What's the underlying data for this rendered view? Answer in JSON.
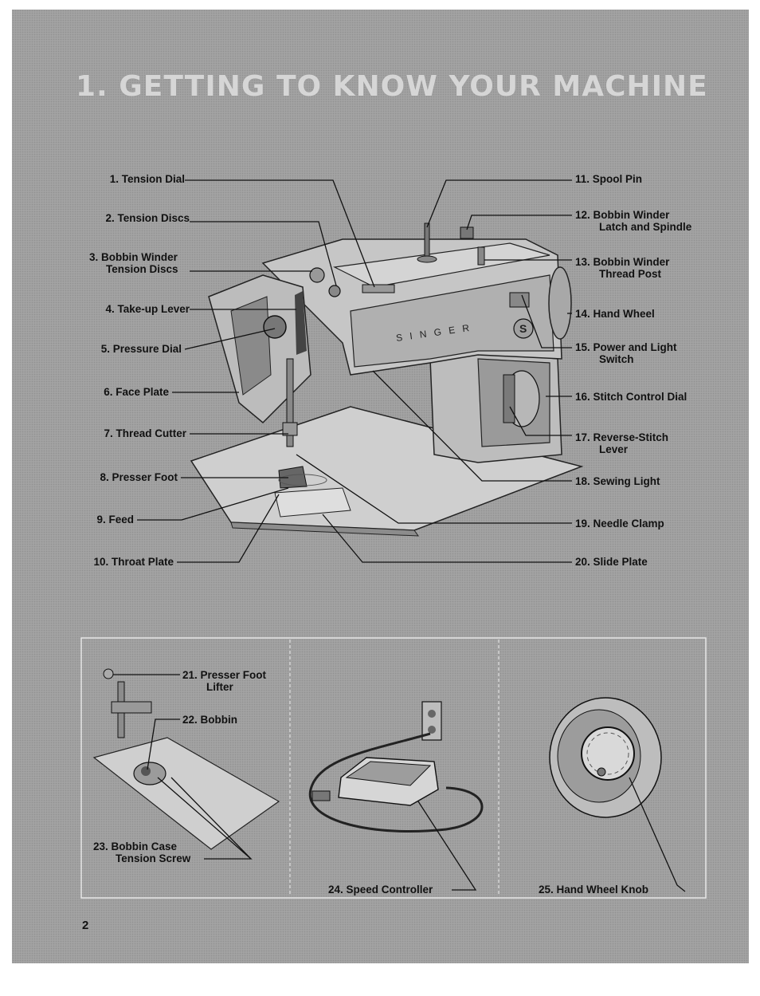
{
  "title": "1. GETTING TO KNOW YOUR MACHINE",
  "machine_brand": "S I N G E R",
  "page_number": "2",
  "left_labels": [
    {
      "line1": "1. Tension Dial",
      "line2": ""
    },
    {
      "line1": "2. Tension Discs",
      "line2": ""
    },
    {
      "line1": "3. Bobbin Winder",
      "line2": "Tension Discs"
    },
    {
      "line1": "4. Take-up Lever",
      "line2": ""
    },
    {
      "line1": "5. Pressure Dial",
      "line2": ""
    },
    {
      "line1": "6. Face Plate",
      "line2": ""
    },
    {
      "line1": "7. Thread Cutter",
      "line2": ""
    },
    {
      "line1": "8. Presser Foot",
      "line2": ""
    },
    {
      "line1": "9. Feed",
      "line2": ""
    },
    {
      "line1": "10. Throat Plate",
      "line2": ""
    }
  ],
  "right_labels": [
    {
      "line1": "11. Spool Pin",
      "line2": ""
    },
    {
      "line1": "12. Bobbin Winder",
      "line2": "Latch and Spindle"
    },
    {
      "line1": "13. Bobbin Winder",
      "line2": "Thread Post"
    },
    {
      "line1": "14. Hand Wheel",
      "line2": ""
    },
    {
      "line1": "15. Power and Light",
      "line2": "Switch"
    },
    {
      "line1": "16. Stitch Control Dial",
      "line2": ""
    },
    {
      "line1": "17. Reverse-Stitch",
      "line2": "Lever"
    },
    {
      "line1": "18. Sewing Light",
      "line2": ""
    },
    {
      "line1": "19. Needle Clamp",
      "line2": ""
    },
    {
      "line1": "20. Slide Plate",
      "line2": ""
    }
  ],
  "inset_labels": {
    "presser_foot_lifter": {
      "line1": "21. Presser Foot",
      "line2": "Lifter"
    },
    "bobbin": "22. Bobbin",
    "bobbin_case": {
      "line1": "23. Bobbin Case",
      "line2": "Tension Screw"
    },
    "speed_controller": "24. Speed Controller",
    "hand_wheel_knob": "25. Hand Wheel Knob"
  },
  "colors": {
    "background": "#a3a3a3",
    "title": "#d6d6d6",
    "machine": "#c8c8c8",
    "line": "#111111"
  }
}
